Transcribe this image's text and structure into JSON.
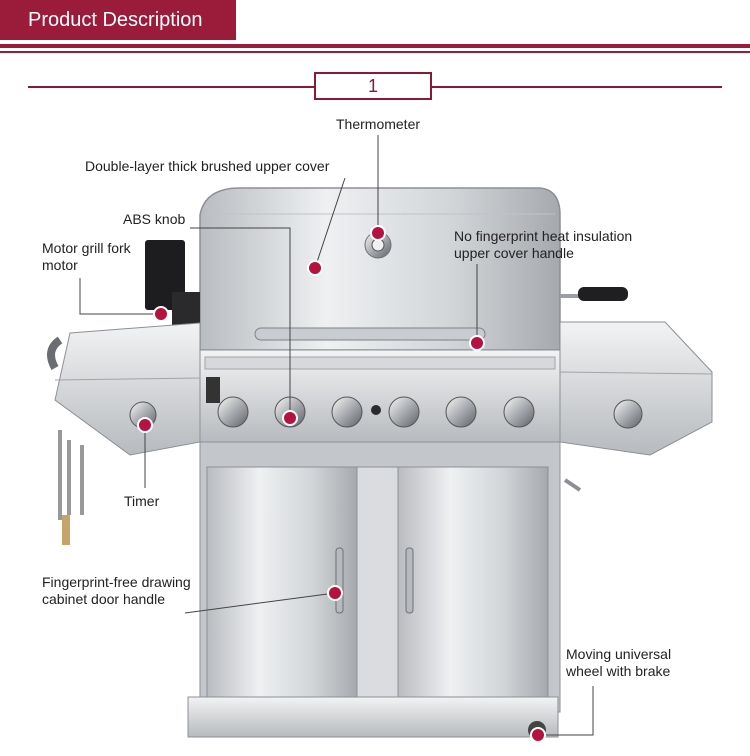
{
  "header": {
    "title": "Product Description"
  },
  "section": {
    "number": "1"
  },
  "labels": {
    "thermometer": "Thermometer",
    "upper_cover": "Double-layer thick brushed upper cover",
    "abs_knob": "ABS knob",
    "motor_line1": "Motor grill fork",
    "motor_line2": "motor",
    "handle_line1": "No fingerprint heat insulation",
    "handle_line2": "upper cover handle",
    "timer": "Timer",
    "door_line1": "Fingerprint-free drawing",
    "door_line2": "cabinet door handle",
    "wheel_line1": "Moving universal",
    "wheel_line2": "wheel with brake"
  },
  "colors": {
    "accent": "#9b1b3a",
    "marker": "#b5123f",
    "steel_light": "#e4e6e8",
    "steel_dark": "#8c9095"
  }
}
